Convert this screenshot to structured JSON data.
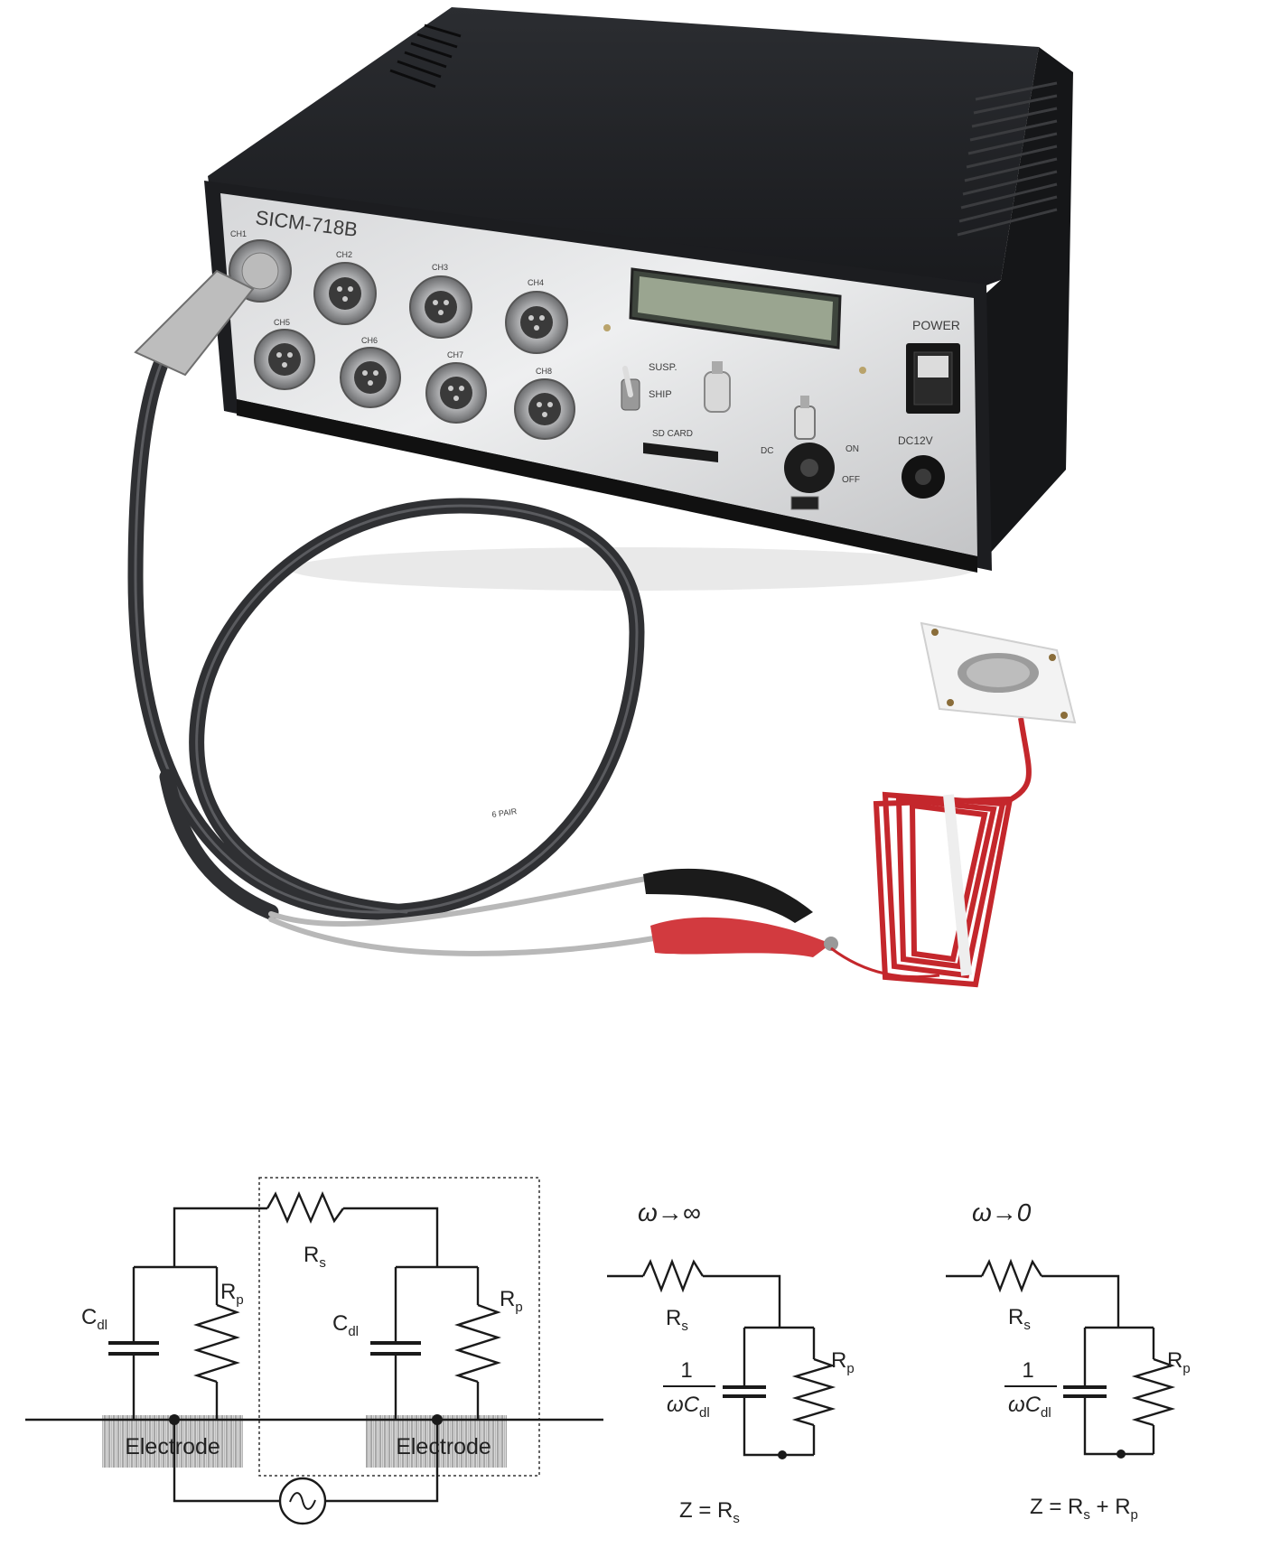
{
  "device": {
    "model": "SICM-718B",
    "power_label": "POWER",
    "dc_label": "DC12V",
    "switch_labels": [
      "SUSP.",
      "SHIP"
    ],
    "sd_label": "SD CARD",
    "on_label": "ON",
    "off_label": "OFF",
    "dc_ch_label": "DC",
    "channels": [
      "CH1",
      "CH2",
      "CH3",
      "CH4",
      "CH5",
      "CH6",
      "CH7",
      "CH8"
    ],
    "cable_print": "6 PAIR"
  },
  "circuit_main": {
    "rs": {
      "main": "R",
      "sub": "s"
    },
    "cdl_left": {
      "main": "C",
      "sub": "dl"
    },
    "rp_left": {
      "main": "R",
      "sub": "p"
    },
    "cdl_right": {
      "main": "C",
      "sub": "dl"
    },
    "rp_right": {
      "main": "R",
      "sub": "p"
    },
    "electrode_left": "Electrode",
    "electrode_right": "Electrode",
    "source_symbol": "~"
  },
  "circuit_high": {
    "title": "ω→∞",
    "rs": {
      "main": "R",
      "sub": "s"
    },
    "rp": {
      "main": "R",
      "sub": "p"
    },
    "frac_num": "1",
    "frac_den": {
      "main": "ωC",
      "sub": "dl"
    },
    "eq": {
      "lhs": "Z = R",
      "sub": "s"
    }
  },
  "circuit_low": {
    "title": "ω→0",
    "rs": {
      "main": "R",
      "sub": "s"
    },
    "rp": {
      "main": "R",
      "sub": "p"
    },
    "frac_num": "1",
    "frac_den": {
      "main": "ωC",
      "sub": "dl"
    },
    "eq": {
      "lhs": "Z = R",
      "sub1": "s",
      "mid": " + R",
      "sub2": "p"
    }
  }
}
